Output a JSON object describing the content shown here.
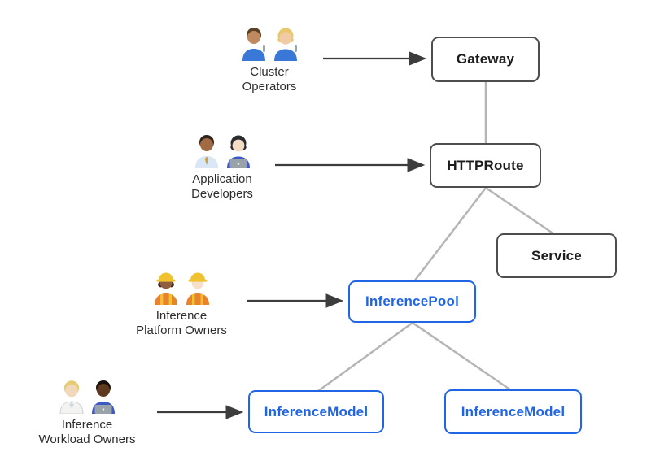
{
  "colors": {
    "accent_blue": "#2065e5",
    "node_border_dark": "#4d4d4d",
    "edge_gray": "#b5b5b5",
    "arrow_dark": "#3d3d3d",
    "label_text": "#2d2d2d"
  },
  "nodes": [
    {
      "id": "gateway",
      "label": "Gateway",
      "style": "dark"
    },
    {
      "id": "httproute",
      "label": "HTTPRoute",
      "style": "dark"
    },
    {
      "id": "service",
      "label": "Service",
      "style": "dark"
    },
    {
      "id": "inferencepool",
      "label": "InferencePool",
      "style": "blue"
    },
    {
      "id": "inferencemodel-left",
      "label": "InferenceModel",
      "style": "blue"
    },
    {
      "id": "inferencemodel-right",
      "label": "InferenceModel",
      "style": "blue"
    }
  ],
  "personas": [
    {
      "id": "cluster-operators",
      "name_lines": [
        "Cluster",
        "Operators"
      ],
      "icons": [
        "man-mechanic-emoji",
        "woman-mechanic-emoji"
      ],
      "emoji": "👨🏽‍🔧👩🏼‍🔧",
      "arrow_to": "gateway"
    },
    {
      "id": "application-developers",
      "name_lines": [
        "Application",
        "Developers"
      ],
      "icons": [
        "man-office-worker-emoji",
        "woman-technologist-emoji"
      ],
      "emoji": "👨🏾‍💼👩🏻‍💻",
      "arrow_to": "httproute"
    },
    {
      "id": "inference-platform-owners",
      "name_lines": [
        "Inference",
        "Platform Owners"
      ],
      "icons": [
        "woman-construction-worker-emoji",
        "man-construction-worker-emoji"
      ],
      "emoji": "👷🏾‍♀️👷🏻",
      "arrow_to": "inferencepool"
    },
    {
      "id": "inference-workload-owners",
      "name_lines": [
        "Inference",
        "Workload Owners"
      ],
      "icons": [
        "health-worker-emoji",
        "man-technologist-emoji"
      ],
      "emoji": "🧑🏼‍⚕️👨🏿‍💻",
      "arrow_to": "inferencemodel-left"
    }
  ],
  "edges": [
    {
      "from": "gateway",
      "to": "httproute"
    },
    {
      "from": "httproute",
      "to": "service"
    },
    {
      "from": "httproute",
      "to": "inferencepool"
    },
    {
      "from": "inferencepool",
      "to": "inferencemodel-left"
    },
    {
      "from": "inferencepool",
      "to": "inferencemodel-right"
    }
  ]
}
